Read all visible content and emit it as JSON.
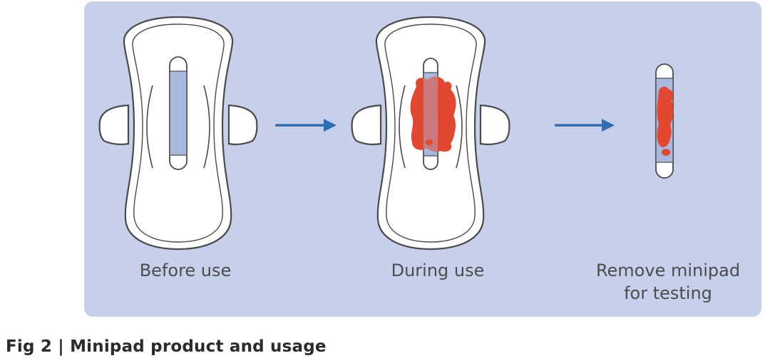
{
  "colors": {
    "panel_background": "#c7d0ea",
    "pad_fill": "#ffffff",
    "pad_outline": "#4a4a4a",
    "minipad_fill": "#a9b8de",
    "blood": "#e2482f",
    "arrow": "#2f6db5",
    "label_text": "#4d4d4d",
    "caption_text": "#2b2b2b"
  },
  "steps": [
    {
      "label": "Before use"
    },
    {
      "label": "During use"
    },
    {
      "label_lines": [
        "Remove minipad",
        "for testing"
      ]
    }
  ],
  "caption": "Fig 2 | Minipad product and usage"
}
